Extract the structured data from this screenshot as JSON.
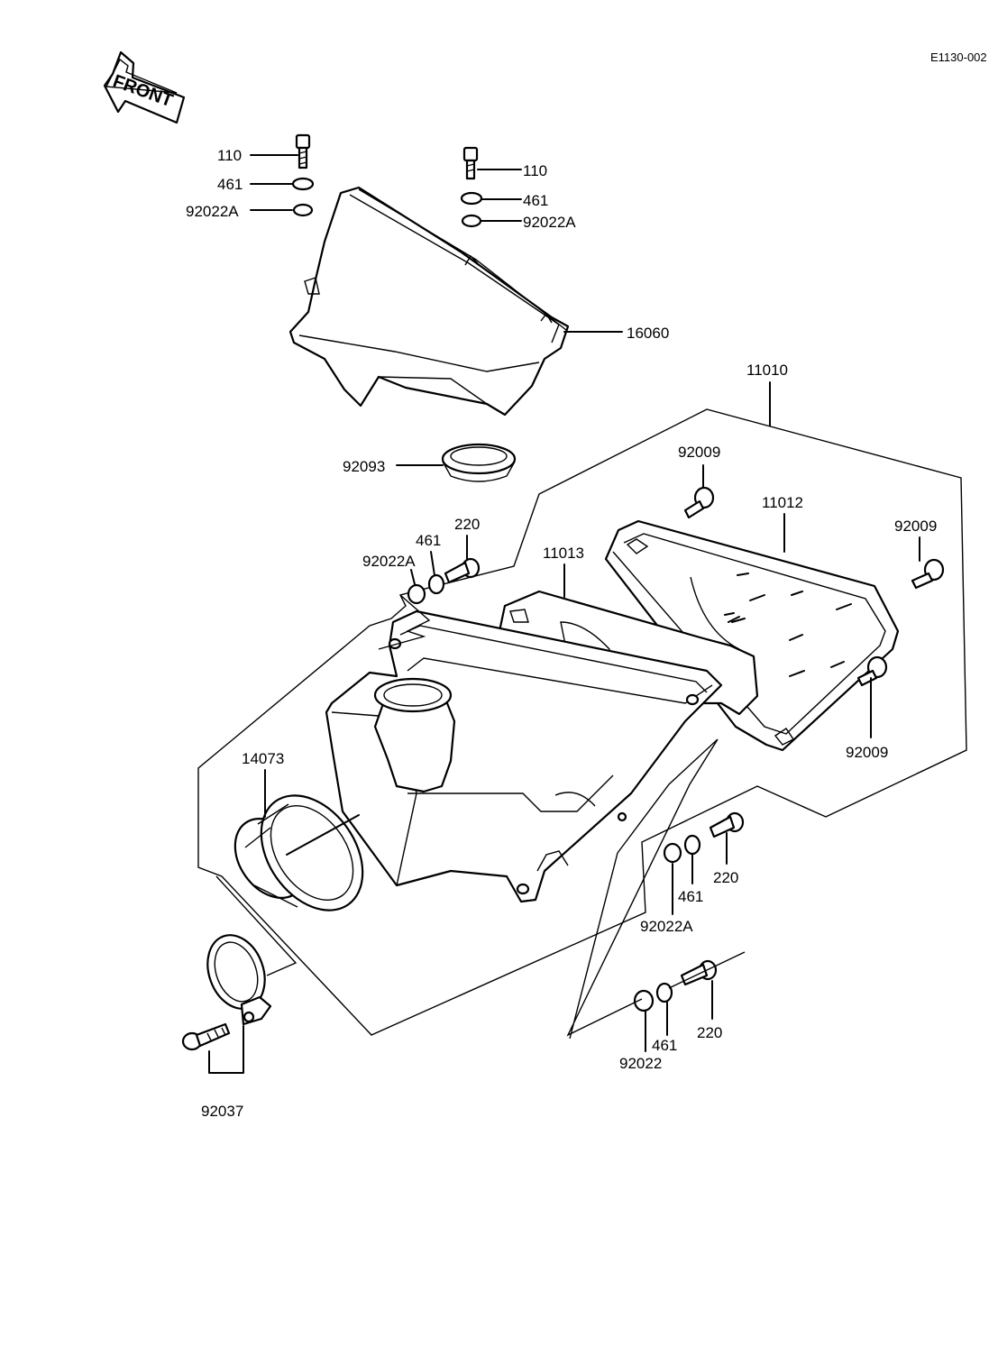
{
  "diagram_code": "E1130-002",
  "front_label": "FRONT",
  "callouts": {
    "bolt_110_left": "110",
    "washer_461_left": "461",
    "washer_92022a_left": "92022A",
    "bolt_110_right": "110",
    "washer_461_right": "461",
    "washer_92022a_right": "92022A",
    "cover_16060": "16060",
    "assembly_11010": "11010",
    "seal_92093": "92093",
    "screw_92009_top": "92009",
    "element_11012": "11012",
    "screw_92009_right": "92009",
    "bolt_220_upper": "220",
    "washer_461_upper": "461",
    "washer_92022a_upper": "92022A",
    "holder_11013": "11013",
    "screw_92009_lower": "92009",
    "duct_14073": "14073",
    "bolt_220_mid": "220",
    "washer_461_mid": "461",
    "washer_92022a_mid": "92022A",
    "bolt_220_low": "220",
    "washer_461_low": "461",
    "washer_92022_low": "92022",
    "clamp_92037": "92037"
  }
}
